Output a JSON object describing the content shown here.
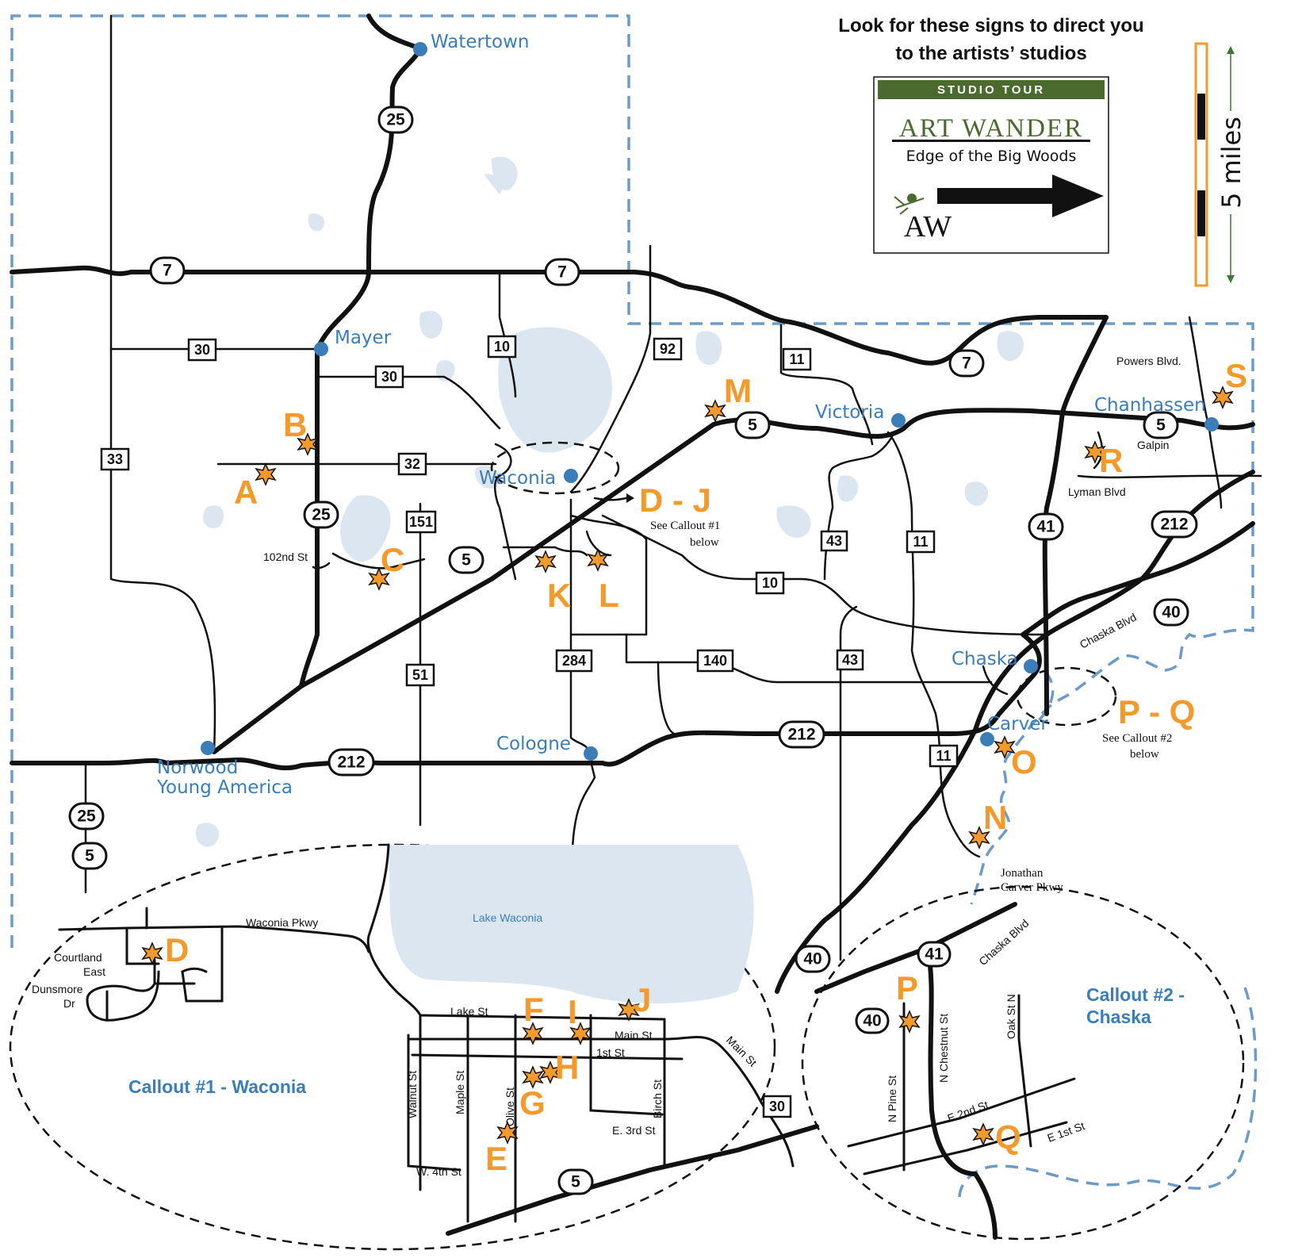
{
  "legend": {
    "line1": "Look for these signs to direct you",
    "line2": "to the artists’ studios",
    "sign_band": "STUDIO   TOUR",
    "sign_name": "ART WANDER",
    "sign_sub": "Edge of the Big Woods",
    "sign_logo": "AW",
    "scale_label": "5 miles"
  },
  "towns": {
    "watertown": "Watertown",
    "mayer": "Mayer",
    "waconia": "Waconia",
    "victoria": "Victoria",
    "chanhassen": "Chanhassen",
    "chaska": "Chaska",
    "carver": "Carver",
    "cologne": "Cologne",
    "nya1": "Norwood",
    "nya2": "Young America"
  },
  "routes": {
    "r25": "25",
    "r7": "7",
    "r30": "30",
    "r10": "10",
    "r92": "92",
    "r11": "11",
    "r5": "5",
    "r33": "33",
    "r32": "32",
    "r151": "151",
    "r51": "51",
    "r284": "284",
    "r140": "140",
    "r43": "43",
    "r212": "212",
    "r41": "41",
    "r40": "40"
  },
  "studios": {
    "A": "A",
    "B": "B",
    "C": "C",
    "DJ": "D - J",
    "K": "K",
    "L": "L",
    "M": "M",
    "N": "N",
    "O": "O",
    "PQ": "P - Q",
    "R": "R",
    "S": "S",
    "D": "D",
    "E": "E",
    "F": "F",
    "G": "G",
    "H": "H",
    "I": "I",
    "J": "J",
    "P": "P",
    "Q": "Q"
  },
  "labels": {
    "see1a": "See Callout #1",
    "see1b": "below",
    "see2a": "See Callout #2",
    "see2b": "below",
    "st102": "102nd St",
    "powers": "Powers Blvd.",
    "galpin": "Galpin",
    "lyman": "Lyman Blvd",
    "chaska_blvd": "Chaska Blvd",
    "jonathan1": "Jonathan",
    "jonathan2": "Carver Pkwy"
  },
  "callout1": {
    "title": "Callout #1 - Waconia",
    "lake": "Lake Waconia",
    "waconia_pkwy": "Waconia Pkwy",
    "courtland1": "Courtland",
    "courtland2": "East",
    "dunsmore1": "Dunsmore",
    "dunsmore2": "Dr",
    "lake_st": "Lake St",
    "main_st": "Main St",
    "main_st2": "Main St",
    "first_st": "1st St",
    "walnut": "Walnut St",
    "maple": "Maple St",
    "olive": "Olive St",
    "birch": "Birch St",
    "e3rd": "E. 3rd St",
    "w4th": "W. 4th St"
  },
  "callout2": {
    "title1": "Callout #2 -",
    "title2": "Chaska",
    "chaska_blvd": "Chaska Blvd",
    "n_pine": "N Pine St",
    "n_chestnut": "N Chestnut St",
    "oak": "Oak St N",
    "e2nd": "E 2nd St",
    "e1st": "E 1st St"
  },
  "colors": {
    "accent_orange": "#f39a2c",
    "town_blue": "#3a7db8",
    "sign_green": "#4a6a2e",
    "water": "#dce6f0",
    "border_blue": "#6c9bc7"
  }
}
